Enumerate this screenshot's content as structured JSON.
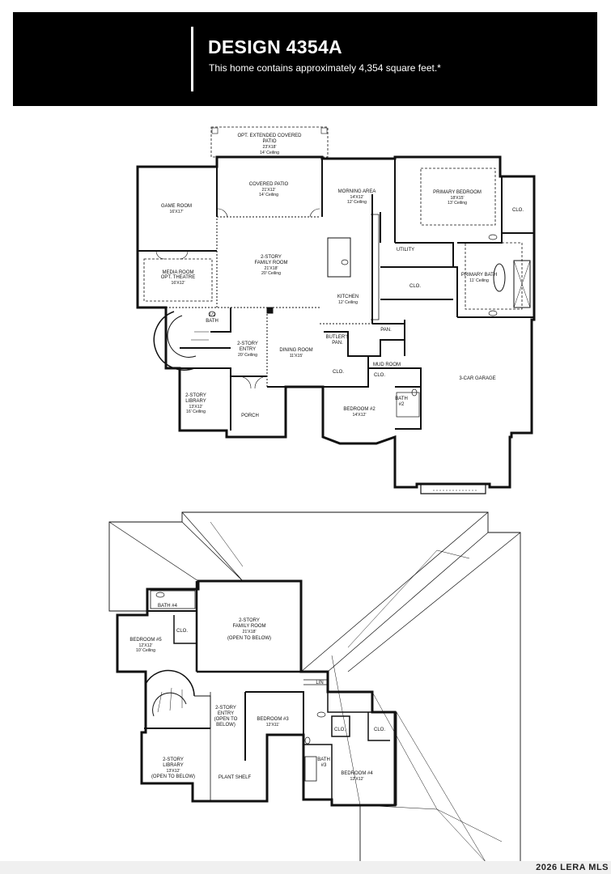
{
  "header": {
    "title": "DESIGN 4354A",
    "subtitle": "This home contains approximately 4,354 square feet.*"
  },
  "watermark": "2026 LERA MLS",
  "first_floor": {
    "opt_patio": {
      "name_line1": "OPT. EXTENDED COVERED",
      "name_line2": "PATIO",
      "size": "23'X18'",
      "ceiling": "14' Ceiling"
    },
    "covered_patio": {
      "name": "COVERED PATIO",
      "size": "21'X12'",
      "ceiling": "14' Ceiling"
    },
    "morning_area": {
      "name": "MORNING AREA",
      "size": "14'X12'",
      "ceiling": "12' Ceiling"
    },
    "primary_bedroom": {
      "name": "PRIMARY BEDROOM",
      "size": "18'X15'",
      "ceiling": "13' Ceiling"
    },
    "clo_primary": "CLO.",
    "game_room": {
      "name": "GAME ROOM",
      "size": "16'X17'"
    },
    "family_room": {
      "name_line1": "2-STORY",
      "name_line2": "FAMILY ROOM",
      "size": "21'X18'",
      "ceiling": "20' Ceiling"
    },
    "utility": "UTILITY",
    "primary_bath": {
      "name": "PRIMARY BATH",
      "ceiling": "11' Ceiling"
    },
    "media_room": {
      "name_line1": "MEDIA ROOM",
      "name_line2": "OPT. THEATRE",
      "size": "16'X12'"
    },
    "clo_utility": "CLO.",
    "kitchen": {
      "name": "KITCHEN",
      "ceiling": "12' Ceiling"
    },
    "half_bath": {
      "name_line1": "1/2",
      "name_line2": "BATH"
    },
    "pan": "PAN.",
    "butlers": {
      "name_line1": "BUTLER'S",
      "name_line2": "PAN."
    },
    "entry": {
      "name_line1": "2-STORY",
      "name_line2": "ENTRY",
      "ceiling": "20' Ceiling"
    },
    "dining": {
      "name": "DINING ROOM",
      "size": "11'X15'"
    },
    "mud_room": "MUD ROOM",
    "clo_mud": "CLO.",
    "clo_small": "CLO.",
    "garage": "3-CAR GARAGE",
    "library": {
      "name_line1": "2-STORY",
      "name_line2": "LIBRARY",
      "size": "13'X12'",
      "ceiling": "16' Ceiling"
    },
    "bath2": {
      "name": "BATH",
      "num": "#2"
    },
    "bedroom2": {
      "name": "BEDROOM #2",
      "size": "14'X12'"
    },
    "porch": "PORCH"
  },
  "second_floor": {
    "bath4": "BATH #4",
    "family_room": {
      "name_line1": "2-STORY",
      "name_line2": "FAMILY ROOM",
      "size": "21'X18'",
      "note": "(OPEN TO BELOW)"
    },
    "bedroom5": {
      "name": "BEDROOM #5",
      "size": "12'X12'",
      "ceiling": "10' Ceiling"
    },
    "clo5": "CLO.",
    "lin": "LIN",
    "entry": {
      "name_line1": "2-STORY",
      "name_line2": "ENTRY",
      "name_line3": "(OPEN TO",
      "name_line4": "BELOW)"
    },
    "bedroom3": {
      "name": "BEDROOM #3",
      "size": "12'X11'"
    },
    "clo3": "CLO.",
    "clo4": "CLO.",
    "bath3": {
      "name": "BATH",
      "num": "#3"
    },
    "library": {
      "name_line1": "2-STORY",
      "name_line2": "LIBRARY",
      "size": "13'X12'",
      "note": "(OPEN TO BELOW)"
    },
    "plant_shelf": "PLANT SHELF",
    "bedroom4": {
      "name": "BEDROOM #4",
      "size": "12'X12'"
    }
  }
}
